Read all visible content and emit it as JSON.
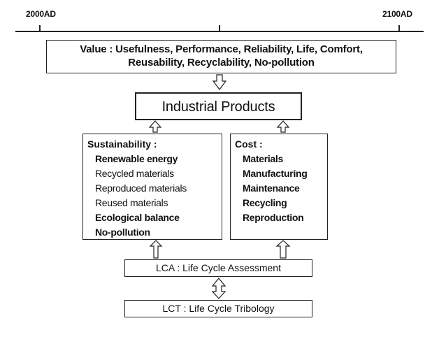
{
  "timeline": {
    "start_label": "2000AD",
    "end_label": "2100AD"
  },
  "value_box": {
    "line1": "Value :  Usefulness, Performance, Reliability, Life, Comfort,",
    "line2": "Reusability, Recyclability, No-pollution"
  },
  "products_box": {
    "title": "Industrial Products"
  },
  "sustainability": {
    "title": "Sustainability :",
    "items": [
      "Renewable energy",
      "Recycled materials",
      "Reproduced materials",
      "Reused materials",
      "Ecological balance",
      "No-pollution"
    ]
  },
  "cost": {
    "title": "Cost :",
    "items": [
      "Materials",
      "Manufacturing",
      "Maintenance",
      "Recycling",
      "Reproduction"
    ]
  },
  "lca_box": {
    "label": "LCA :  Life Cycle Assessment"
  },
  "lct_box": {
    "label": "LCT :  Life Cycle Tribology"
  },
  "colors": {
    "line": "#222222",
    "background": "#ffffff"
  }
}
